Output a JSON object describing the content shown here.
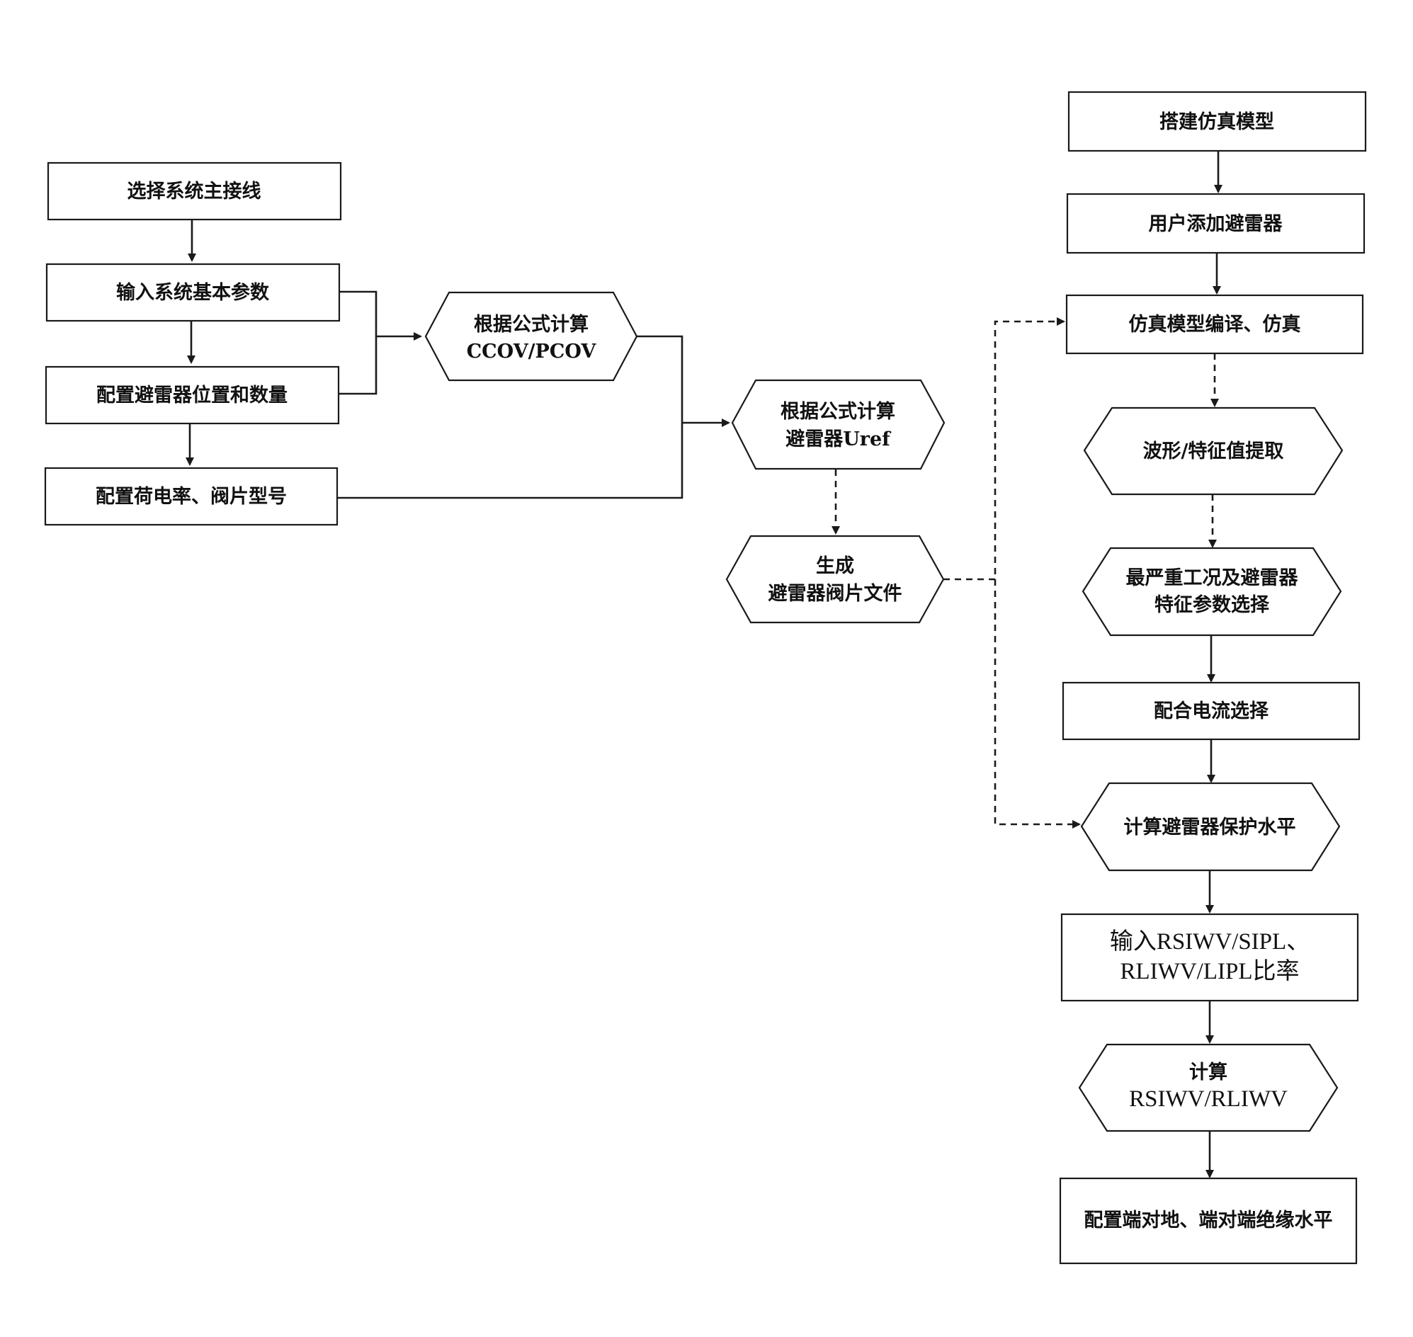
{
  "nodes": {
    "select_wiring": "选择系统主接线",
    "input_params": "输入系统基本参数",
    "config_arrester_pos": "配置避雷器位置和数量",
    "config_charge_rate": "配置荷电率、阀片型号",
    "calc_ccov": [
      "根据公式计算",
      "CCOV/PCOV"
    ],
    "calc_uref": [
      "根据公式计算",
      "避雷器Uref"
    ],
    "gen_file": [
      "生成",
      "避雷器阀片文件"
    ],
    "build_model": "搭建仿真模型",
    "user_add_arrester": "用户添加避雷器",
    "compile_sim": "仿真模型编译、仿真",
    "waveform_extract": "波形/特征值提取",
    "worst_case": [
      "最严重工况及避雷器",
      "特征参数选择"
    ],
    "coord_current": "配合电流选择",
    "protection_level": "计算避雷器保护水平",
    "input_ratio": [
      "输入RSIWV/SIPL、",
      "RLIWV/LIPL比率"
    ],
    "calc_rsiwv": [
      "计算",
      "RSIWV/RLIWV"
    ],
    "insulation_level": "配置端对地、端对端绝缘水平"
  }
}
